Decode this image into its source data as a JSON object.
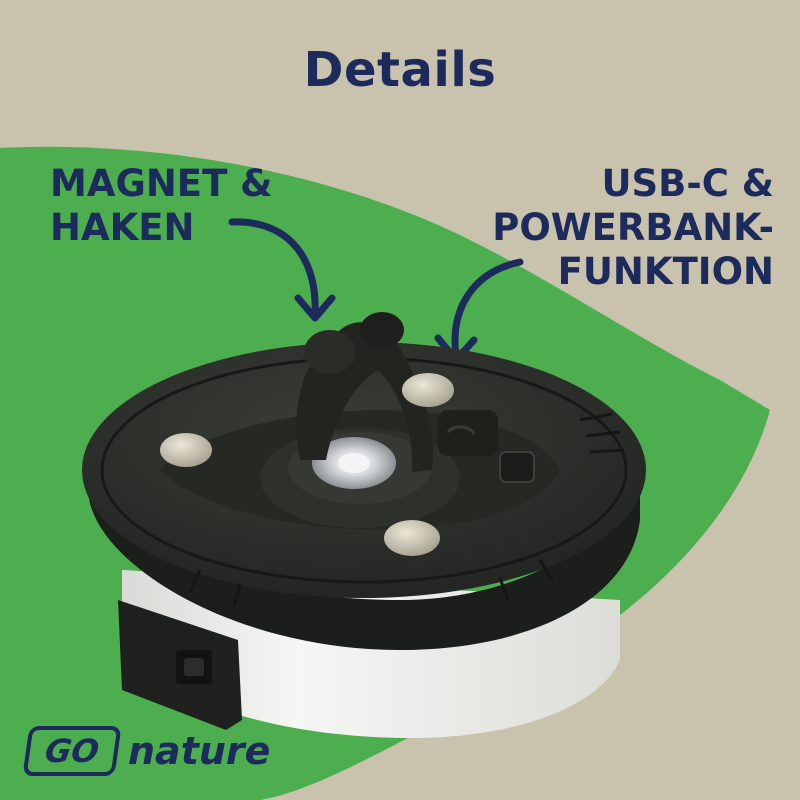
{
  "heading": "Details",
  "callouts": {
    "left": [
      "MAGNET &",
      "HAKEN"
    ],
    "right": [
      "USB-C  &",
      "POWERBANK-",
      "FUNKTION"
    ]
  },
  "logo": {
    "badge": "GO",
    "name": "nature"
  },
  "colors": {
    "background": "#c9c3ad",
    "green_shape": "#4cae4f",
    "navy_text": "#1d2a5c",
    "lamp_body": "#2a2d28",
    "lamp_base": "#eeeeec"
  }
}
